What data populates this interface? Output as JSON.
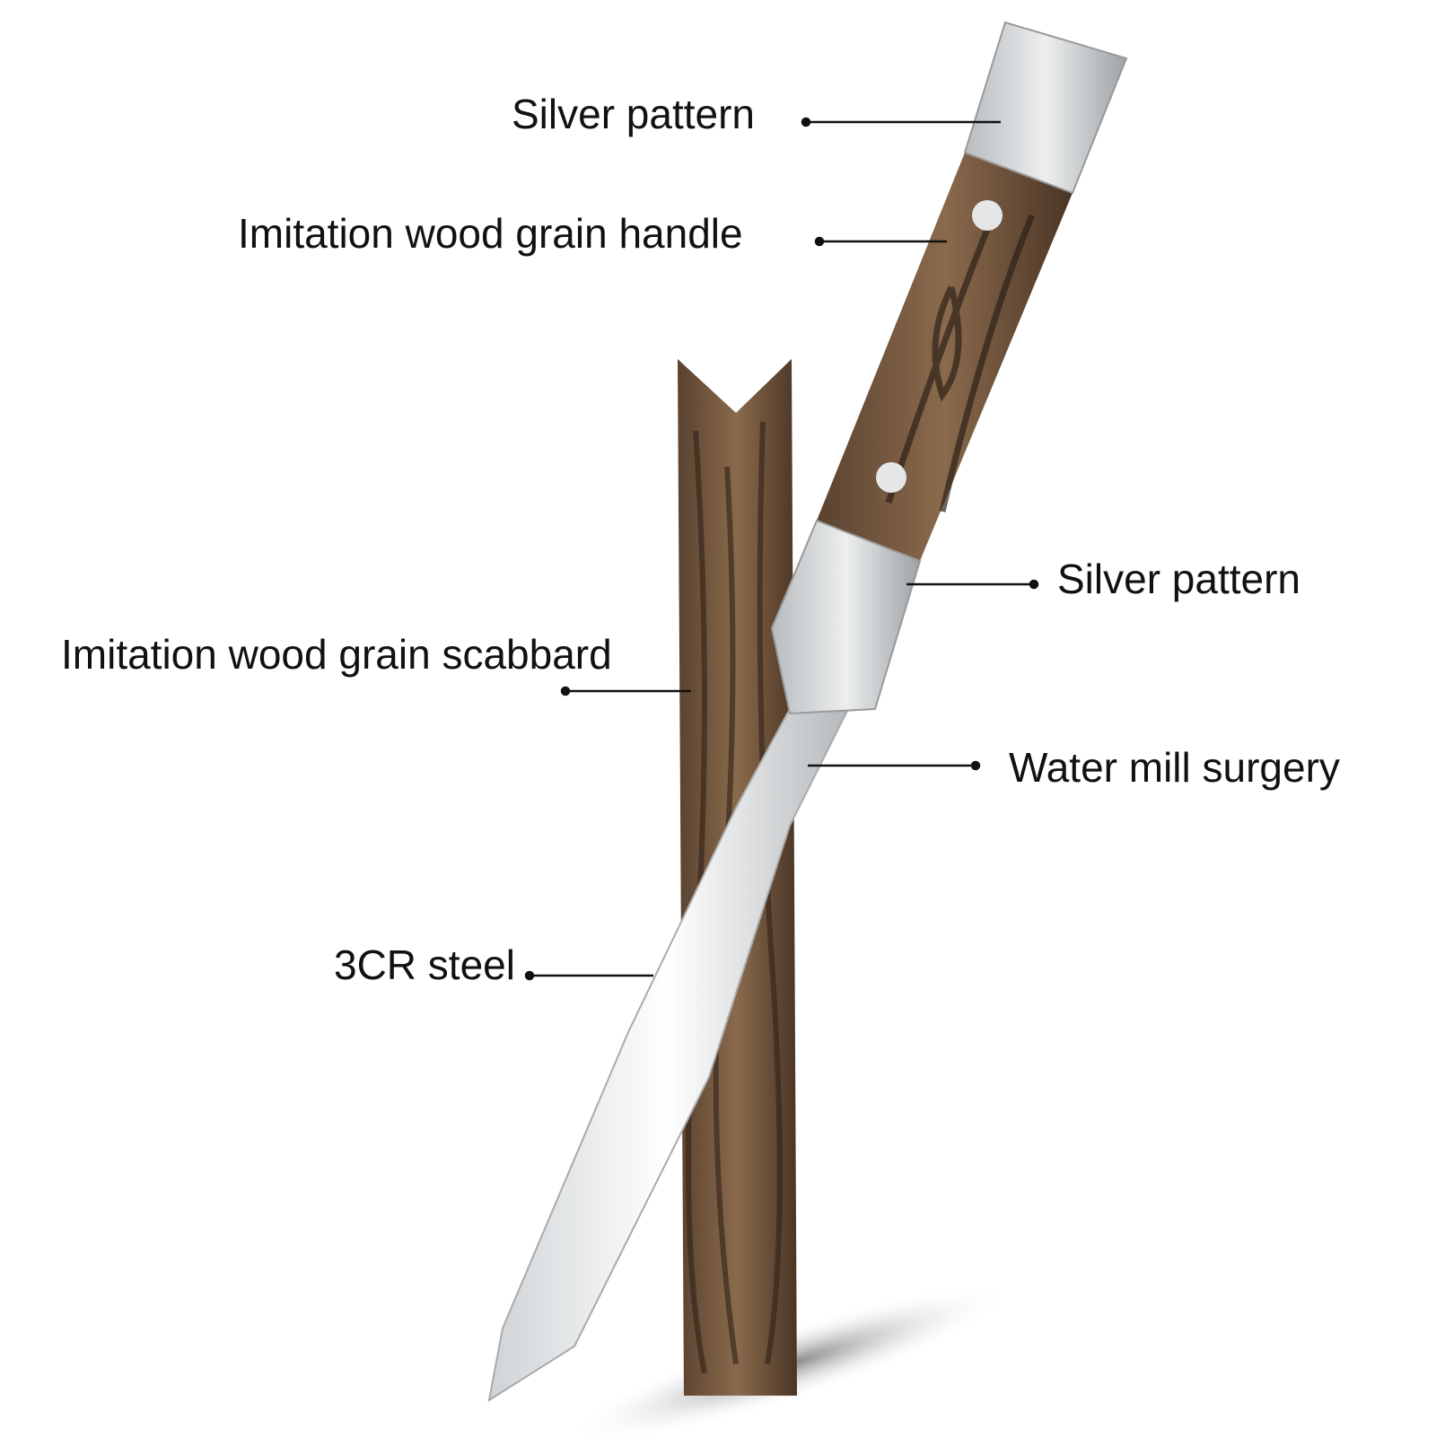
{
  "labels": {
    "silver_pattern_top": "Silver pattern",
    "handle": "Imitation wood grain handle",
    "silver_pattern_bolster": "Silver pattern",
    "scabbard": "Imitation wood grain scabbard",
    "water_mill": "Water mill surgery",
    "steel": "3CR steel"
  },
  "colors": {
    "wood_light": "#8a6a4c",
    "wood_dark": "#3a2a1e",
    "silver": "#cfd2d4",
    "blade": "#e6e8ea"
  }
}
